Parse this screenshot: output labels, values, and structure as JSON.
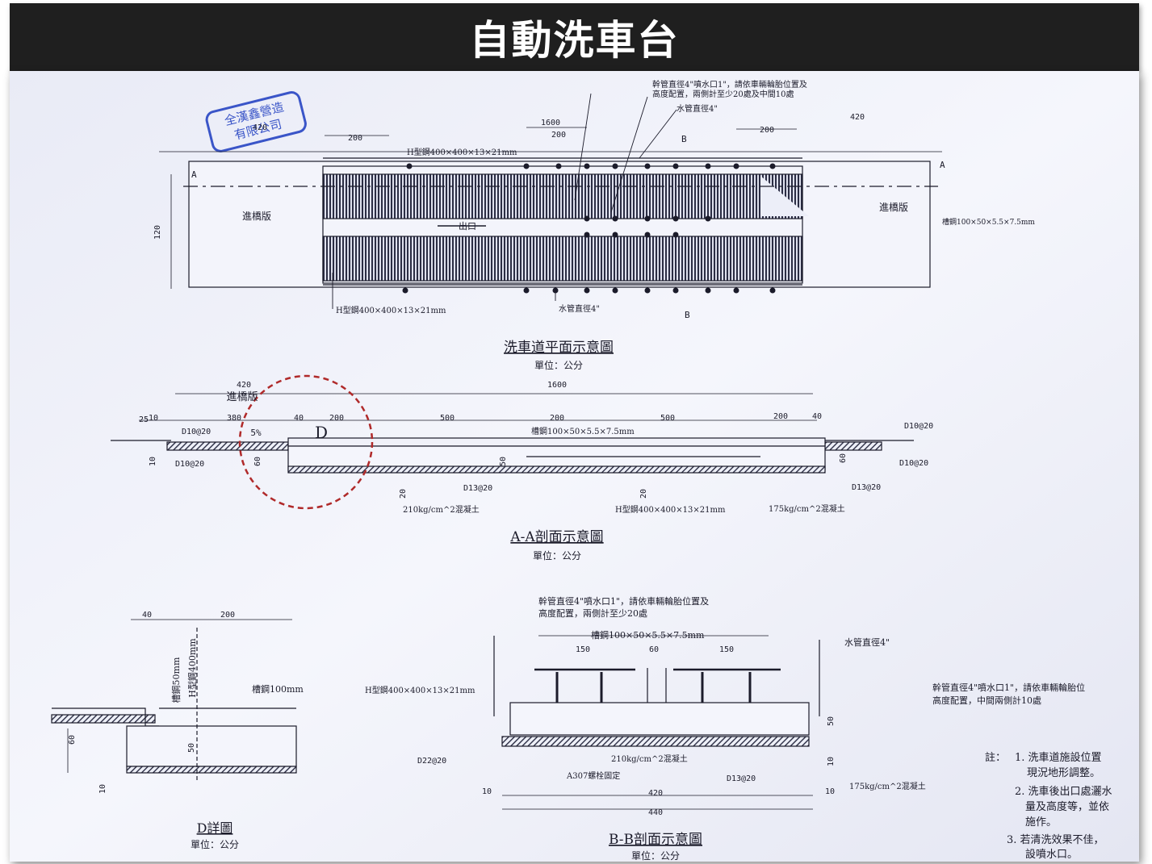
{
  "title": "自動洗車台",
  "colors": {
    "title_bg": "#1f1f1f",
    "title_fg": "#ffffff",
    "paper": "#f4f5fb",
    "ink": "#1b1b2a",
    "stamp": "#3a55c8",
    "highlight": "#b02a2a"
  },
  "stamp": {
    "line1": "全漢鑫營造",
    "line2": "有限公司"
  },
  "plan": {
    "title": "洗車道平面示意圖",
    "unit": "單位：公分",
    "dim_1600": "1600",
    "dim_420_left": "420",
    "dim_420_right": "420",
    "dim_200_a": "200",
    "dim_200_b": "200",
    "dim_200_c": "200",
    "dim_120": "120",
    "callout_nozzle": "幹管直徑4\"噴水口1\"，請依車輛輪胎位置及",
    "callout_nozzle_2": "高度配置，兩側計至少20處及中間10處",
    "callout_pipe_top": "水管直徑4\"",
    "h_beam_top": "H型鋼400×400×13×21mm",
    "h_beam_bottom": "H型鋼400×400×13×21mm",
    "pipe_bottom": "水管直徑4\"",
    "bridge_left": "進橋版",
    "bridge_right": "進橋版",
    "exit": "出口",
    "channel": "槽鋼100×50×5.5×7.5mm",
    "sec_a_left": "A",
    "sec_a_right": "A",
    "sec_b_top": "B",
    "sec_b_bottom": "B"
  },
  "section_aa": {
    "title": "A-A剖面示意圖",
    "unit": "單位：公分",
    "dim_420": "420",
    "dim_1600": "1600",
    "bridge": "進橋版",
    "dim_25": "25",
    "dim_10_left": "10",
    "dim_380": "380",
    "dim_40_a": "40",
    "dim_200_a": "200",
    "dim_500_a": "500",
    "dim_200_b": "200",
    "dim_500_b": "500",
    "dim_200_c": "200",
    "dim_40_b": "40",
    "slope": "5%",
    "detail_mark": "D",
    "rebar_d10_a": "D10@20",
    "rebar_d10_b": "D10@20",
    "rebar_d10_c": "D10@20",
    "rebar_d10_d": "D10@20",
    "rebar_d13_a": "D13@20",
    "rebar_d13_b": "D13@20",
    "channel": "槽鋼100×50×5.5×7.5mm",
    "concrete_210": "210kg/cm^2混凝土",
    "h_beam": "H型鋼400×400×13×21mm",
    "concrete_175": "175kg/cm^2混凝土",
    "dim_60_left": "60",
    "dim_60_right": "60",
    "dim_10_b": "10",
    "dim_20_a": "20",
    "dim_20_b": "20",
    "dim_50": "50"
  },
  "detail_d": {
    "title": "D詳圖",
    "unit": "單位：公分",
    "dim_40": "40",
    "dim_200": "200",
    "channel_50": "槽鋼50mm",
    "h_beam_400": "H型鋼400mm",
    "channel_100": "槽鋼100mm",
    "dim_60": "60",
    "dim_50": "50",
    "dim_10": "10"
  },
  "section_bb": {
    "title": "B-B剖面示意圖",
    "unit": "單位：公分",
    "callout_top_1": "幹管直徑4\"噴水口1\"，請依車輛輪胎位置及",
    "callout_top_2": "高度配置，兩側計至少20處",
    "channel": "槽鋼100×50×5.5×7.5mm",
    "dim_150_a": "150",
    "dim_60": "60",
    "dim_150_b": "150",
    "pipe": "水管直徑4\"",
    "h_beam": "H型鋼400×400×13×21mm",
    "callout_right_1": "幹管直徑4\"噴水口1\"，請依車輛輪胎位",
    "callout_right_2": "高度配置，中間兩側計10處",
    "rebar_d22": "D22@20",
    "concrete_210": "210kg/cm^2混凝土",
    "bolt": "A307螺栓固定",
    "rebar_d13": "D13@20",
    "concrete_175": "175kg/cm^2混凝土",
    "dim_10_left": "10",
    "dim_420": "420",
    "dim_10_right": "10",
    "dim_440": "440",
    "dim_50": "50",
    "dim_10_v": "10"
  },
  "notes": {
    "label": "註：",
    "n1a": "1. 洗車道施設位置",
    "n1b": "現況地形調整。",
    "n2a": "2. 洗車後出口處灑水",
    "n2b": "量及高度等，並依",
    "n2c": "施作。",
    "n3a": "3. 若清洗效果不佳，",
    "n3b": "設噴水口。"
  }
}
